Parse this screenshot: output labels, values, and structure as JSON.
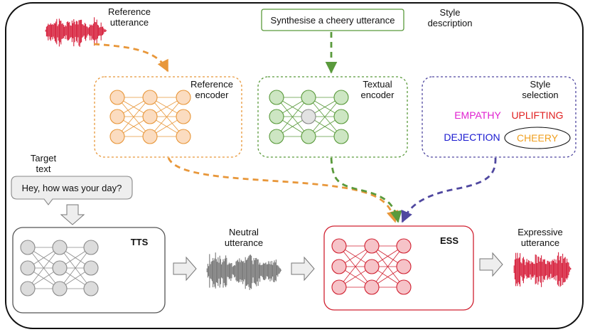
{
  "labels": {
    "reference_utterance": [
      "Reference",
      "utterance"
    ],
    "style_prompt": "Synthesise a cheery utterance",
    "style_description": [
      "Style",
      "description"
    ],
    "reference_encoder": [
      "Reference",
      "encoder"
    ],
    "textual_encoder": [
      "Textual",
      "encoder"
    ],
    "style_selection": [
      "Style",
      "selection"
    ],
    "target_text": [
      "Target",
      "text"
    ],
    "target_text_bubble": "Hey, how was your day?",
    "tts": "TTS",
    "neutral_utterance": [
      "Neutral",
      "utterance"
    ],
    "ess": "ESS",
    "expressive_utterance": [
      "Expressive",
      "utterance"
    ]
  },
  "styles": [
    {
      "label": "EMPATHY",
      "color": "#e020d0"
    },
    {
      "label": "UPLIFTING",
      "color": "#e02020"
    },
    {
      "label": "DEJECTION",
      "color": "#1a1ad0"
    },
    {
      "label": "CHEERY",
      "color": "#f0a020"
    }
  ],
  "colors": {
    "reference": "#e8973a",
    "reference_fill": "#fbdcc0",
    "textual": "#5a9a3c",
    "textual_fill": "#cde6c3",
    "selection": "#5048a0",
    "tts": "#8a8a8a",
    "tts_fill": "#dcdcdc",
    "ess": "#d02030",
    "ess_fill": "#f6c3c8",
    "wave_red": "#d6203c",
    "wave_gray": "#777777"
  }
}
